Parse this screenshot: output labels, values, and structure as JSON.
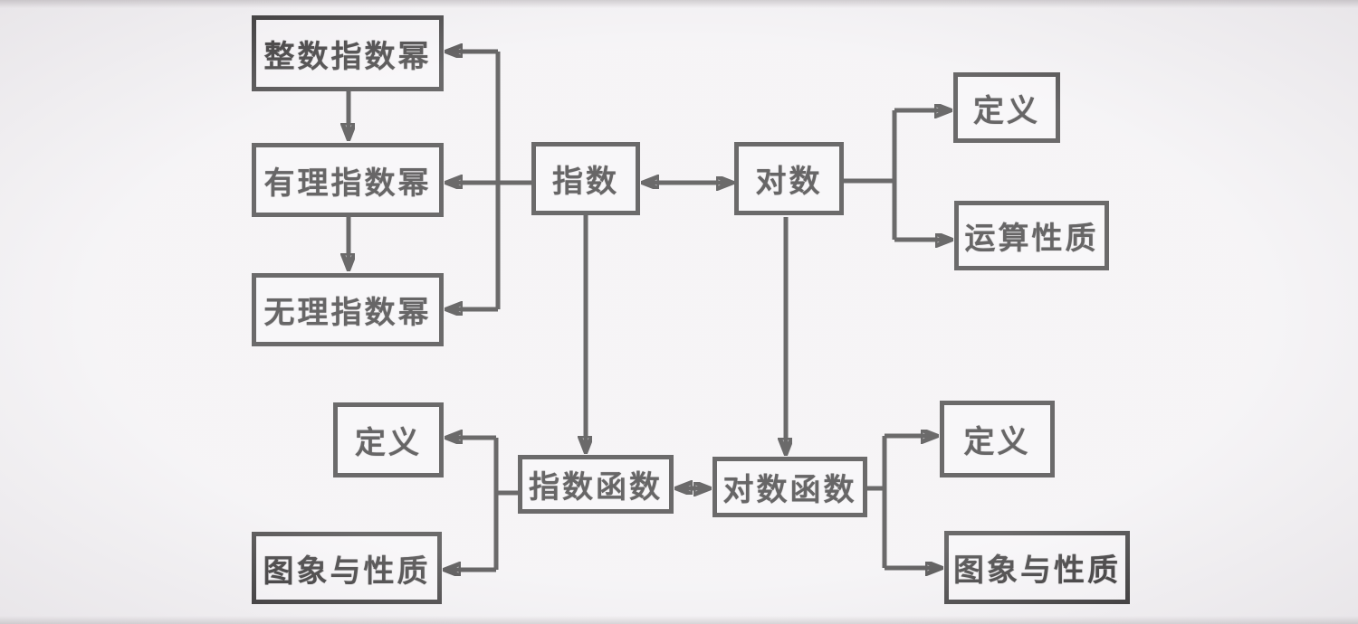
{
  "diagram": {
    "title_hint": "exponent-logarithm-knowledge-map",
    "colors": {
      "background": "#f1eff2",
      "line": "#1c1a1b",
      "box_fill": "#f5f3f6",
      "box_border": "#1c1a1b"
    },
    "nodes": {
      "integer_power": {
        "label": "整数指数幂"
      },
      "rational_power": {
        "label": "有理指数幂"
      },
      "irrational_power": {
        "label": "无理指数幂"
      },
      "exponent": {
        "label": "指数"
      },
      "logarithm": {
        "label": "对数"
      },
      "log_definition": {
        "label": "定义"
      },
      "log_operation_properties": {
        "label": "运算性质"
      },
      "exp_definition": {
        "label": "定义"
      },
      "exponential_function": {
        "label": "指数函数"
      },
      "logarithmic_function": {
        "label": "对数函数"
      },
      "logfn_definition": {
        "label": "定义"
      },
      "exp_graph_properties": {
        "label": "图象与性质"
      },
      "logfn_graph_properties": {
        "label": "图象与性质"
      }
    },
    "edges": [
      {
        "from": "integer_power",
        "to": "rational_power",
        "style": "arrow"
      },
      {
        "from": "rational_power",
        "to": "irrational_power",
        "style": "arrow"
      },
      {
        "from": "exponent",
        "to": "integer_power",
        "style": "arrow"
      },
      {
        "from": "exponent",
        "to": "rational_power",
        "style": "arrow"
      },
      {
        "from": "exponent",
        "to": "irrational_power",
        "style": "arrow"
      },
      {
        "from": "exponent",
        "to": "logarithm",
        "style": "double-arrow"
      },
      {
        "from": "logarithm",
        "to": "log_definition",
        "style": "arrow"
      },
      {
        "from": "logarithm",
        "to": "log_operation_properties",
        "style": "arrow"
      },
      {
        "from": "exponent",
        "to": "exponential_function",
        "style": "arrow"
      },
      {
        "from": "logarithm",
        "to": "logarithmic_function",
        "style": "arrow"
      },
      {
        "from": "exponential_function",
        "to": "logarithmic_function",
        "style": "double-arrow"
      },
      {
        "from": "exponential_function",
        "to": "exp_definition",
        "style": "arrow"
      },
      {
        "from": "exponential_function",
        "to": "exp_graph_properties",
        "style": "arrow"
      },
      {
        "from": "logarithmic_function",
        "to": "logfn_definition",
        "style": "arrow"
      },
      {
        "from": "logarithmic_function",
        "to": "logfn_graph_properties",
        "style": "arrow"
      }
    ]
  }
}
